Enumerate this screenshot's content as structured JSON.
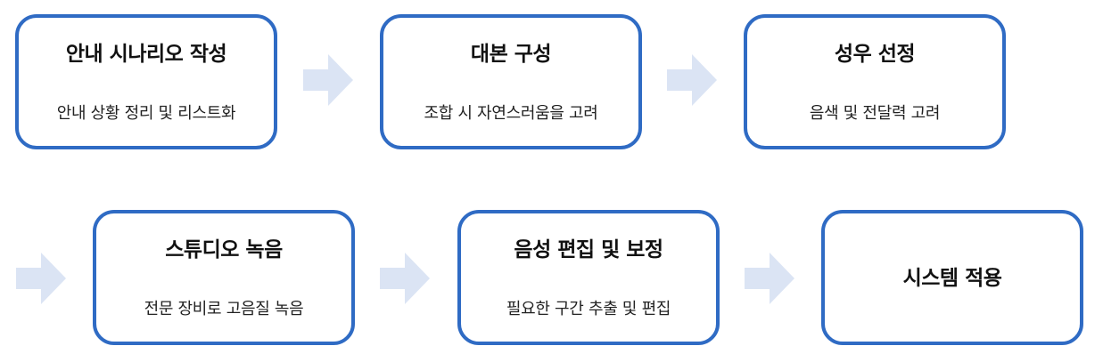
{
  "colors": {
    "box_border": "#2f6bc4",
    "arrow_fill": "#dbe4f4",
    "text": "#111111"
  },
  "arrow_icon": "right-arrow-icon",
  "steps": [
    {
      "title": "안내 시나리오 작성",
      "desc": "안내 상황 정리 및 리스트화"
    },
    {
      "title": "대본 구성",
      "desc": "조합 시 자연스러움을 고려"
    },
    {
      "title": "성우 선정",
      "desc": "음색 및 전달력 고려"
    },
    {
      "title": "스튜디오 녹음",
      "desc": "전문 장비로 고음질 녹음"
    },
    {
      "title": "음성 편집 및 보정",
      "desc": "필요한 구간 추출 및 편집"
    },
    {
      "title": "시스템 적용"
    }
  ]
}
